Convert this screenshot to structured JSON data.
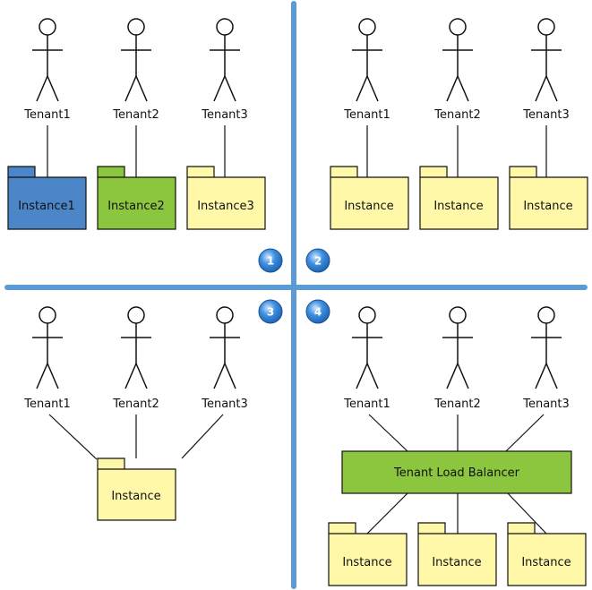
{
  "colors": {
    "divider": "#5b9bd5",
    "instance_blue": "#4a86c8",
    "instance_green": "#8cc63f",
    "instance_yellow": "#fff8a8",
    "balancer": "#8cc63f",
    "badge": "#2e7fd1"
  },
  "badges": [
    "1",
    "2",
    "3",
    "4"
  ],
  "quadrant1": {
    "tenants": [
      "Tenant1",
      "Tenant2",
      "Tenant3"
    ],
    "instances": [
      "Instance1",
      "Instance2",
      "Instance3"
    ]
  },
  "quadrant2": {
    "tenants": [
      "Tenant1",
      "Tenant2",
      "Tenant3"
    ],
    "instances": [
      "Instance",
      "Instance",
      "Instance"
    ]
  },
  "quadrant3": {
    "tenants": [
      "Tenant1",
      "Tenant2",
      "Tenant3"
    ],
    "instance": "Instance"
  },
  "quadrant4": {
    "tenants": [
      "Tenant1",
      "Tenant2",
      "Tenant3"
    ],
    "load_balancer": "Tenant Load Balancer",
    "instances": [
      "Instance",
      "Instance",
      "Instance"
    ]
  }
}
